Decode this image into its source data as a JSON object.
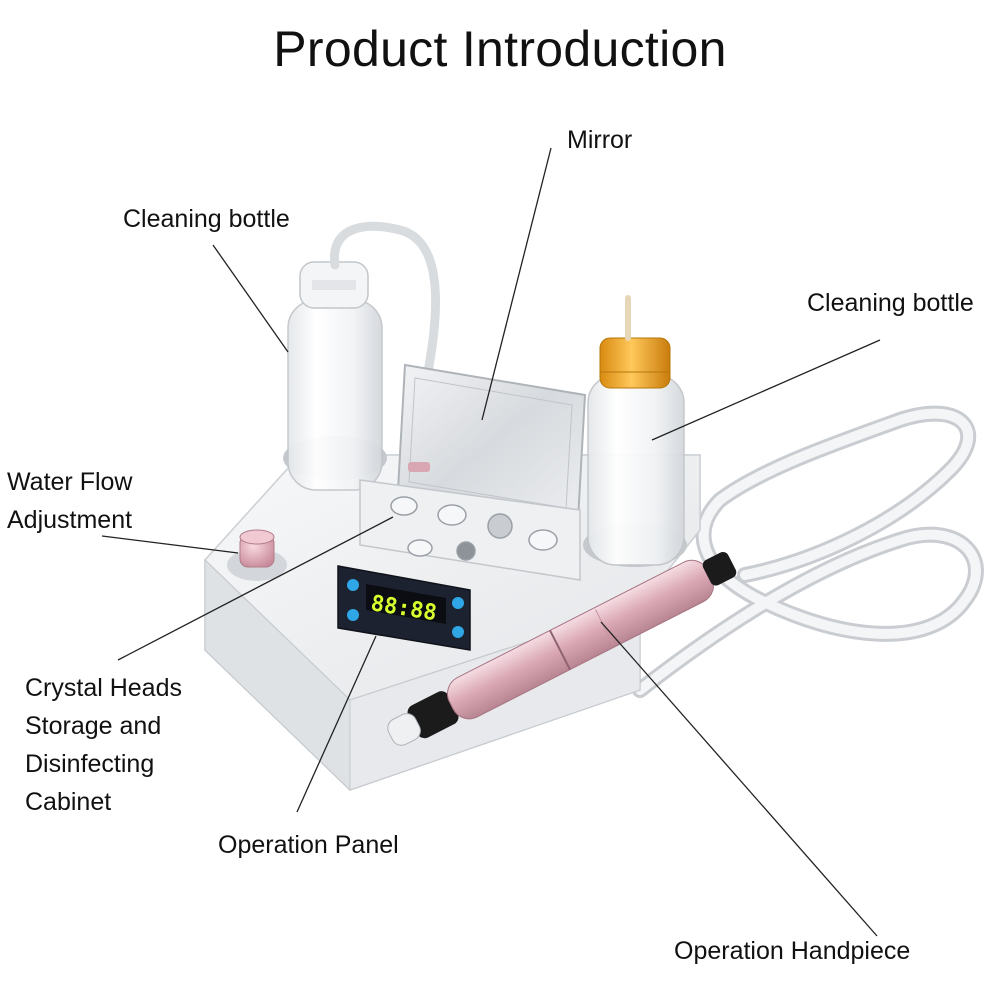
{
  "title": "Product Introduction",
  "labels": {
    "mirror": "Mirror",
    "cleaning_bottle_left": "Cleaning bottle",
    "cleaning_bottle_right": "Cleaning bottle",
    "water_flow": [
      "Water Flow",
      "Adjustment"
    ],
    "crystal_heads": [
      "Crystal Heads",
      "Storage and",
      "Disinfecting",
      "Cabinet"
    ],
    "operation_panel": "Operation Panel",
    "operation_handpiece": "Operation Handpiece"
  },
  "device": {
    "display_readout": "88:88"
  },
  "colors": {
    "device_body": "#e9ebee",
    "handpiece": "#e3b9c4",
    "bottle_cap_orange": "#f0a21c",
    "display_digits": "#d7ff2e",
    "panel_buttons": "#2fa6e6",
    "knob": "#e6a7b6"
  }
}
